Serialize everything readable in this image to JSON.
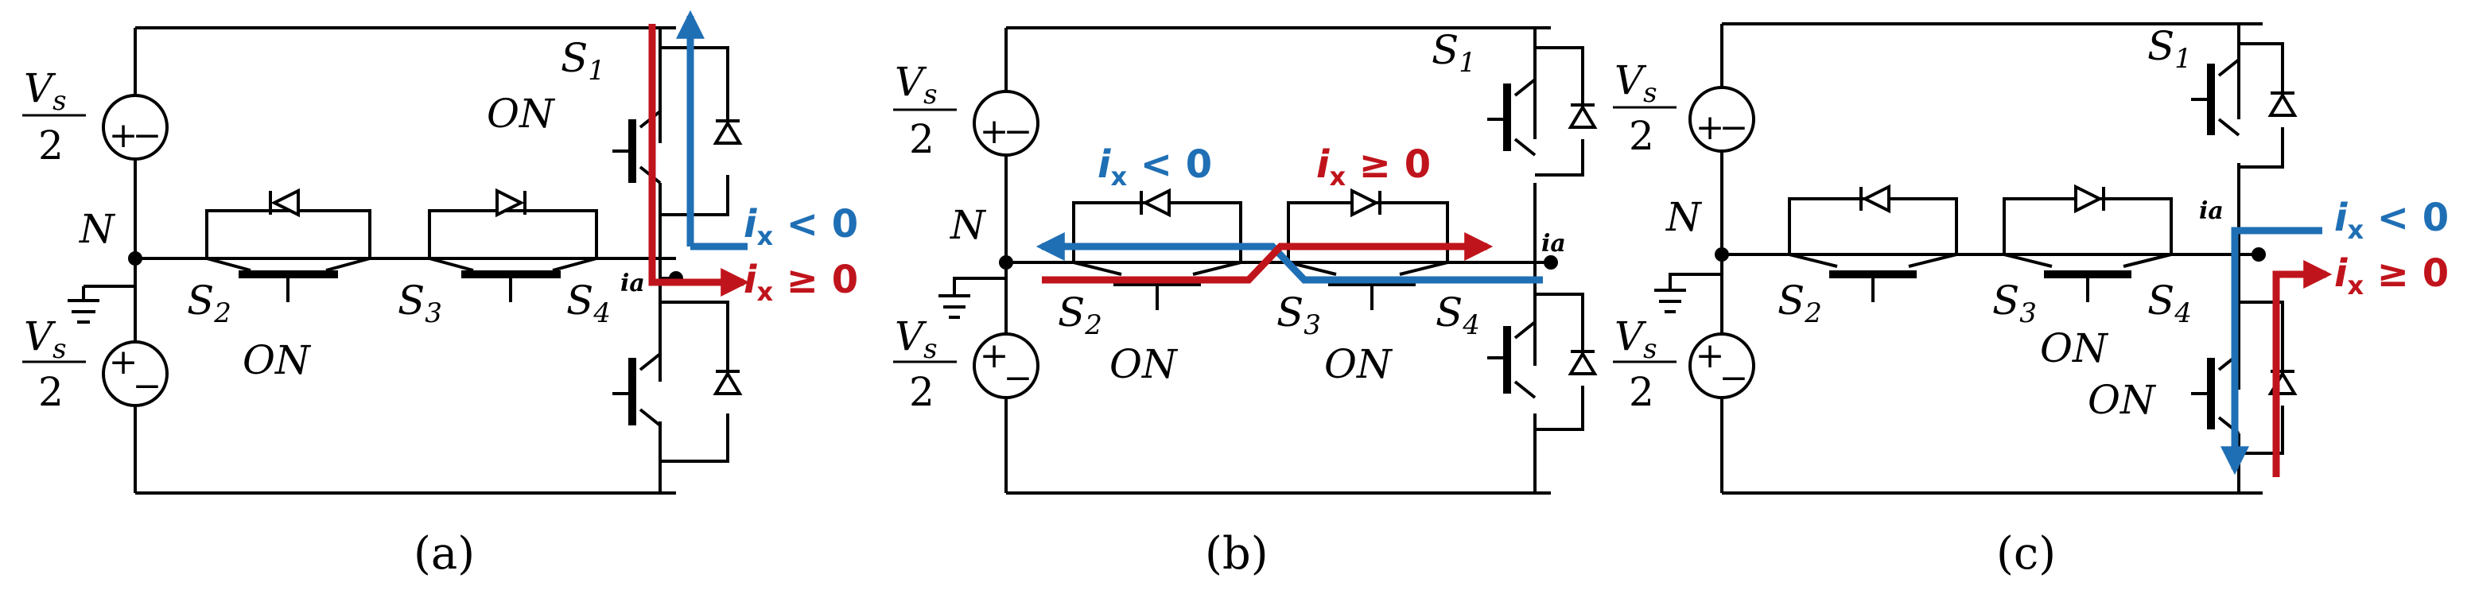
{
  "panels": [
    {
      "id": "a",
      "caption": "(a)",
      "labels": {
        "vs_top": "V",
        "vs_sub": "s",
        "vs_den": "2",
        "vs_bot": "V",
        "vs_bot_sub": "s",
        "vs_bot_den": "2",
        "n": "N",
        "s1": "S",
        "s1_sub": "1",
        "s2": "S",
        "s2_sub": "2",
        "s3": "S",
        "s3_sub": "3",
        "s4": "S",
        "s4_sub": "4",
        "on1": "ON",
        "on2": "ON",
        "ia": "ia"
      },
      "currents": {
        "neg": {
          "i": "i",
          "sub": "x",
          "rel": " < 0"
        },
        "pos": {
          "i": "i",
          "sub": "x",
          "rel": " ≥ 0"
        }
      }
    },
    {
      "id": "b",
      "caption": "(b)",
      "labels": {
        "vs_top": "V",
        "vs_sub": "s",
        "vs_den": "2",
        "vs_bot": "V",
        "vs_bot_sub": "s",
        "vs_bot_den": "2",
        "n": "N",
        "s1": "S",
        "s1_sub": "1",
        "s2": "S",
        "s2_sub": "2",
        "s3": "S",
        "s3_sub": "3",
        "s4": "S",
        "s4_sub": "4",
        "on2": "ON",
        "on3": "ON",
        "ia": "ia"
      },
      "currents": {
        "neg": {
          "i": "i",
          "sub": "x",
          "rel": " < 0"
        },
        "pos": {
          "i": "i",
          "sub": "x",
          "rel": " ≥ 0"
        }
      }
    },
    {
      "id": "c",
      "caption": "(c)",
      "labels": {
        "vs_top": "V",
        "vs_sub": "s",
        "vs_den": "2",
        "vs_bot": "V",
        "vs_bot_sub": "s",
        "vs_bot_den": "2",
        "n": "N",
        "s1": "S",
        "s1_sub": "1",
        "s2": "S",
        "s2_sub": "2",
        "s3": "S",
        "s3_sub": "3",
        "s4": "S",
        "s4_sub": "4",
        "on3": "ON",
        "on4": "ON",
        "ia": "ia"
      },
      "currents": {
        "neg": {
          "i": "i",
          "sub": "x",
          "rel": " < 0"
        },
        "pos": {
          "i": "i",
          "sub": "x",
          "rel": " ≥ 0"
        }
      }
    }
  ],
  "colors": {
    "wire": "#000000",
    "blue": "#1f6fb5",
    "red": "#c0141c"
  },
  "symbols": {
    "plus": "+",
    "minus": "−"
  }
}
